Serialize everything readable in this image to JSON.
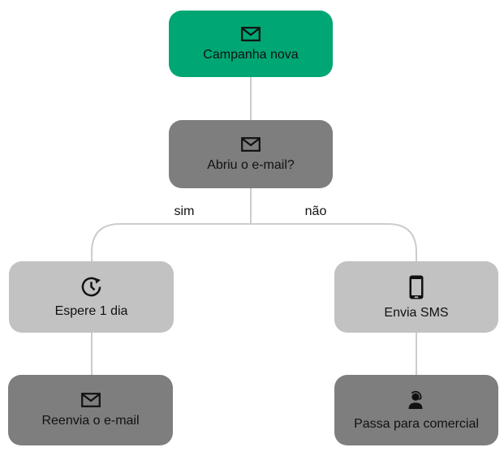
{
  "diagram": {
    "branch_labels": {
      "yes": "sim",
      "no": "não"
    },
    "nodes": [
      {
        "id": "campanha-nova",
        "label": "Campanha nova",
        "icon": "mail-icon",
        "variant": "green"
      },
      {
        "id": "abriu-email",
        "label": "Abriu o e-mail?",
        "icon": "mail-icon",
        "variant": "dark-gray"
      },
      {
        "id": "espere-1-dia",
        "label": "Espere 1 dia",
        "icon": "clock-update-icon",
        "variant": "light-gray"
      },
      {
        "id": "envia-sms",
        "label": "Envia SMS",
        "icon": "smartphone-icon",
        "variant": "light-gray"
      },
      {
        "id": "reenvia-email",
        "label": "Reenvia o e-mail",
        "icon": "mail-icon",
        "variant": "dark-gray"
      },
      {
        "id": "passa-comercial",
        "label": "Passa para comercial",
        "icon": "support-person-icon",
        "variant": "dark-gray"
      }
    ],
    "edges": [
      {
        "from": "campanha-nova",
        "to": "abriu-email",
        "label": ""
      },
      {
        "from": "abriu-email",
        "to": "espere-1-dia",
        "label": "sim"
      },
      {
        "from": "abriu-email",
        "to": "envia-sms",
        "label": "não"
      },
      {
        "from": "espere-1-dia",
        "to": "reenvia-email",
        "label": ""
      },
      {
        "from": "envia-sms",
        "to": "passa-comercial",
        "label": ""
      }
    ],
    "colors": {
      "green": "#00A673",
      "dark_gray": "#7E7E7E",
      "light_gray": "#C2C2C2",
      "connector": "#CCCCCC",
      "text": "#111111"
    }
  }
}
